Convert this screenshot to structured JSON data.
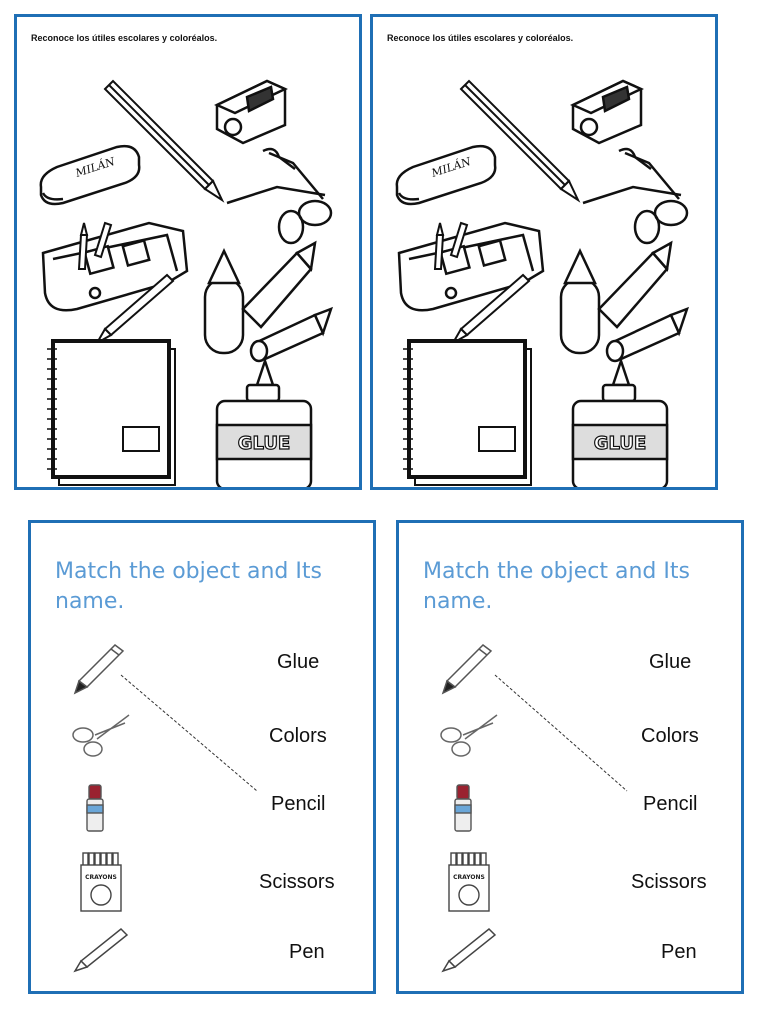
{
  "coloring_sheets": [
    {
      "instruction": "Reconoce los útiles escolares y coloréalos.",
      "eraser_brand": "MILÁN",
      "glue_label": "GLUE"
    },
    {
      "instruction": "Reconoce los útiles escolares y coloréalos.",
      "eraser_brand": "MILÁN",
      "glue_label": "GLUE"
    }
  ],
  "matching_sheets": [
    {
      "title": "Match the object and Its name.",
      "icons": [
        "pencil-icon",
        "scissors-icon",
        "glue-stick-icon",
        "crayons-box-icon",
        "pen-icon"
      ],
      "words": [
        "Glue",
        "Colors",
        "Pencil",
        "Scissors",
        "Pen"
      ],
      "crayon_box_label": "CRAYONS"
    },
    {
      "title": "Match the object and Its name.",
      "icons": [
        "pencil-icon",
        "scissors-icon",
        "glue-stick-icon",
        "crayons-box-icon",
        "pen-icon"
      ],
      "words": [
        "Glue",
        "Colors",
        "Pencil",
        "Scissors",
        "Pen"
      ],
      "crayon_box_label": "CRAYONS"
    }
  ],
  "colors": {
    "frame_border": "#1f6fb5",
    "title_blue": "#5b9bd5",
    "ink": "#111111"
  }
}
